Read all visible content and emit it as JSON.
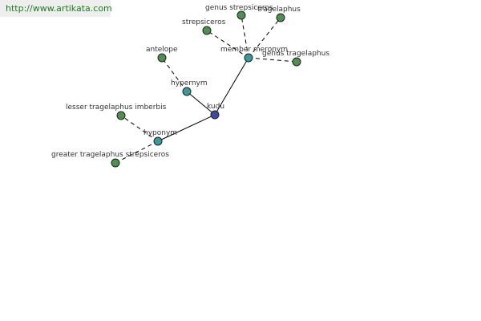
{
  "banner": {
    "url": "http://www.artikata.com"
  },
  "colors": {
    "center": "#3d4aa0",
    "relation": "#3a9a9a",
    "leaf": "#4f8f4f",
    "edge": "#000000"
  },
  "nodes": {
    "kudu": "kudu",
    "hypernym": "hypernym",
    "hyponym": "hyponym",
    "member_meronym": "member meronym",
    "antelope": "antelope",
    "lesser": "lesser tragelaphus imberbis",
    "greater": "greater tragelaphus strepsiceros",
    "strepsiceros": "strepsiceros",
    "genus_strepsiceros": "genus strepsiceros",
    "tragelaphus": "tragelaphus",
    "genus_tragelaphus": "genus tragelaphus"
  }
}
